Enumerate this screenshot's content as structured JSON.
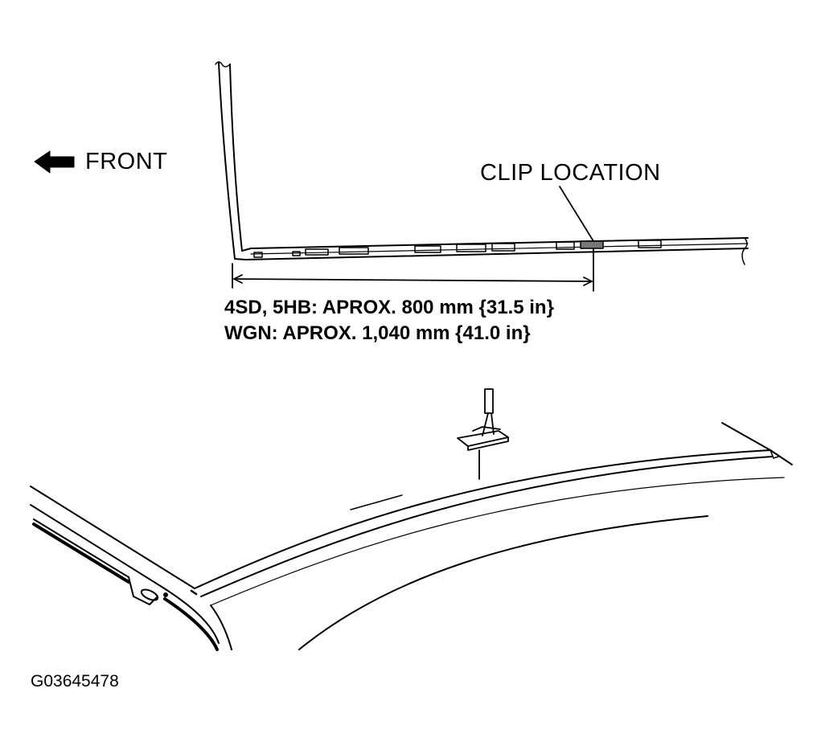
{
  "labels": {
    "front": "FRONT",
    "clip_location": "CLIP LOCATION",
    "dimension_line_1": "4SD, 5HB: APROX. 800 mm {31.5 in}",
    "dimension_line_2": "WGN: APROX. 1,040 mm {41.0 in}",
    "figure_code": "G03645478"
  },
  "icons": {
    "direction": "arrow-left-icon"
  },
  "colors": {
    "ink": "#000000",
    "background": "#ffffff"
  }
}
